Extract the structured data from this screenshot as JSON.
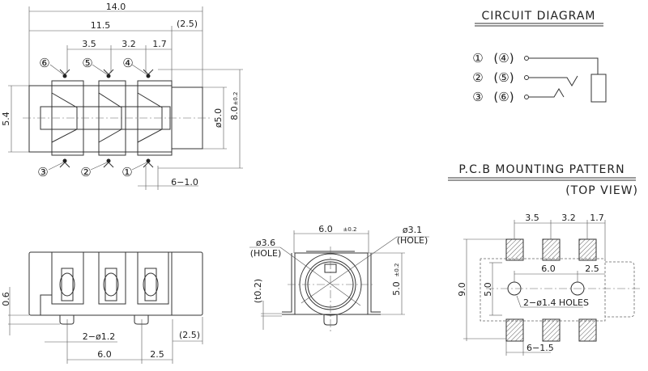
{
  "top_view": {
    "dim_total": "14.0",
    "dim_body": "11.5",
    "dim_nose": "(2.5)",
    "dim_pitch_1": "3.5",
    "dim_pitch_2": "3.2",
    "dim_pitch_3": "1.7",
    "dim_height": "5.4",
    "dim_diameter": "ø5.0",
    "dim_width": "8.0",
    "dim_width_tol": "±0.2",
    "dim_pin_width": "6−1.0",
    "pins_top": [
      "⑥",
      "⑤",
      "④"
    ],
    "pins_bottom": [
      "③",
      "②",
      "①"
    ]
  },
  "circuit": {
    "title": "CIRCUIT DIAGRAM",
    "rows": [
      {
        "pin": "①",
        "alt": "(④)"
      },
      {
        "pin": "②",
        "alt": "(⑤)"
      },
      {
        "pin": "③",
        "alt": "(⑥)"
      }
    ]
  },
  "pcb": {
    "title": "P.C.B MOUNTING PATTERN",
    "subtitle": "(TOP VIEW)",
    "dim_pitch_1": "3.5",
    "dim_pitch_2": "3.2",
    "dim_pitch_3": "1.7",
    "dim_hole_spacing": "6.0",
    "dim_hole_edge": "2.5",
    "dim_pad_span": "9.0",
    "dim_body": "5.0",
    "holes_label": "2−ø1.4 HOLES",
    "pad_width": "6−1.5"
  },
  "side_view": {
    "dim_peg": "0.6",
    "peg_label": "2−ø1.2",
    "dim_nose": "(2.5)",
    "dim_peg_spacing": "6.0",
    "dim_peg_edge": "2.5"
  },
  "front_view": {
    "dim_width": "6.0",
    "dim_width_tol": "±0.2",
    "outer_hole": "ø3.6",
    "outer_hole_note": "(HOLE)",
    "inner_hole": "ø3.1",
    "inner_hole_note": "(HOLE)",
    "thickness": "(t0.2)",
    "dim_height": "5.0",
    "dim_height_tol": "±0.2"
  }
}
